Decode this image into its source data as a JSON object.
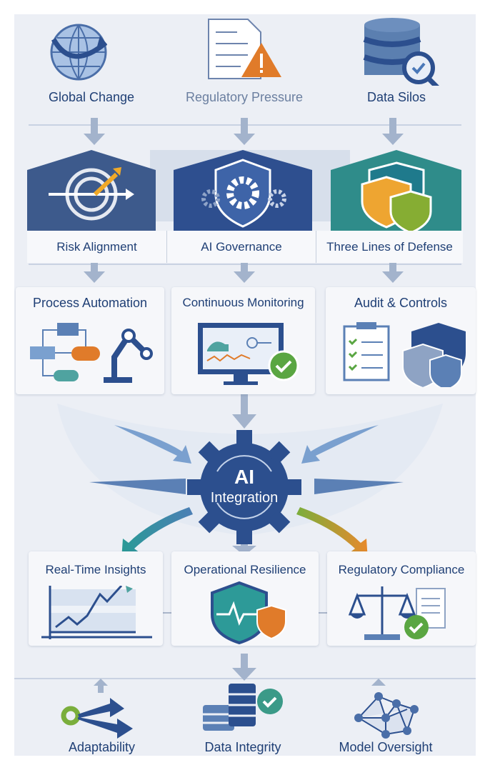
{
  "inputs": [
    {
      "label": "Global Change",
      "icon": "globe-arrows-icon"
    },
    {
      "label": "Regulatory Pressure",
      "icon": "document-warning-icon"
    },
    {
      "label": "Data Silos",
      "icon": "database-search-icon"
    }
  ],
  "pillars": [
    {
      "label": "Risk Alignment",
      "color": "#3d5a8c"
    },
    {
      "label": "AI Governance",
      "color": "#2e4f8f"
    },
    {
      "label": "Three Lines of Defense",
      "color": "#2f8c8a"
    }
  ],
  "capabilities": [
    {
      "label": "Process Automation"
    },
    {
      "label": "Continuous Monitoring"
    },
    {
      "label": "Audit & Controls"
    }
  ],
  "hub": {
    "line1": "AI",
    "line2": "Integration",
    "color": "#2c4f8e"
  },
  "outcomes": [
    {
      "label": "Real-Time Insights"
    },
    {
      "label": "Operational Resilience"
    },
    {
      "label": "Regulatory Compliance"
    }
  ],
  "foundations": [
    {
      "label": "Adaptability"
    },
    {
      "label": "Data Integrity"
    },
    {
      "label": "Model Oversight"
    }
  ]
}
